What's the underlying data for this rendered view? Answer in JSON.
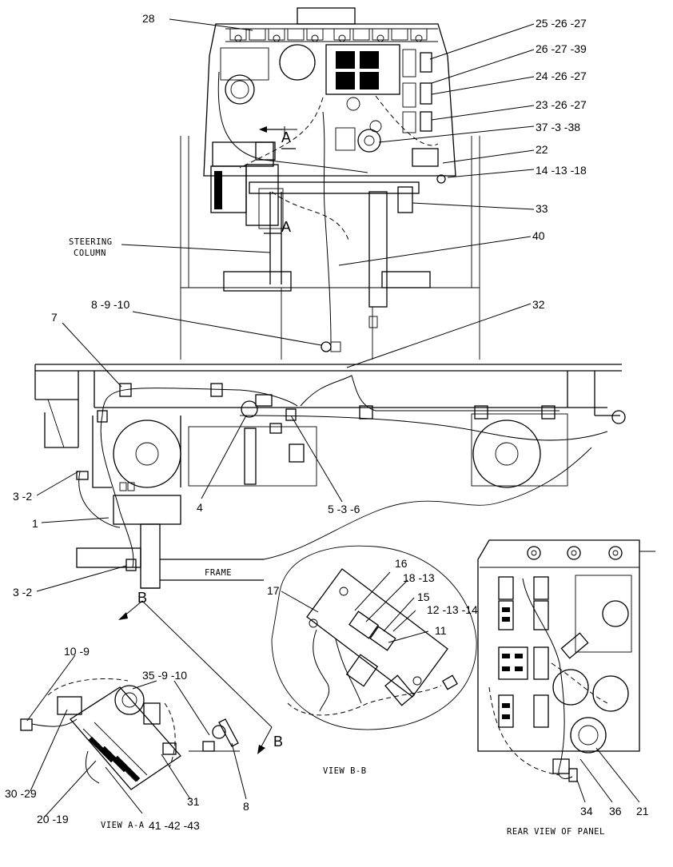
{
  "callouts": {
    "c28": "28",
    "c25": "25 -26 -27",
    "c26": "26 -27 -39",
    "c24": "24 -26 -27",
    "c23": "23 -26 -27",
    "c37": "37 -3 -38",
    "c22": "22",
    "c14": "14 -13 -18",
    "c33": "33",
    "c40": "40",
    "c8910": "8 -9 -10",
    "c7": "7",
    "c32": "32",
    "c32a": "3 -2",
    "c1": "1",
    "c4": "4",
    "c536": "5 -3 -6",
    "c32b": "3 -2",
    "c16": "16",
    "c1813": "18 -13",
    "c17": "17",
    "c15": "15",
    "c121314": "12 -13 -14",
    "c11": "11",
    "c109": "10 -9",
    "c35910": "35 -9 -10",
    "c3029": "30 -29",
    "c2019": "20 -19",
    "c31": "31",
    "c414243": "41 -42 -43",
    "c8b": "8",
    "c34": "34",
    "c36": "36",
    "c21": "21"
  },
  "labels": {
    "steering_1": "STEERING",
    "steering_2": "COLUMN",
    "frame": "FRAME",
    "view_bb": "VIEW B-B",
    "view_aa": "VIEW A-A",
    "rear_view": "REAR VIEW OF PANEL"
  },
  "section_marks": {
    "a_top": "A",
    "a_bottom": "A",
    "b_top": "B",
    "b_bottom": "B"
  }
}
